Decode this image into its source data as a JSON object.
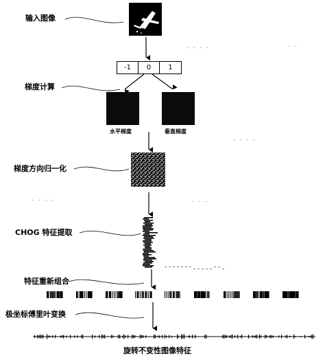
{
  "steps": {
    "input_image": "输入图像",
    "gradient_calc": "梯度计算",
    "orientation_norm": "梯度方向归一化",
    "chog_extract": "CHOG 特征提取",
    "feature_recombine": "特征重新组合",
    "polar_fourier": "极坐标傅里叶变换"
  },
  "gradient_outputs": {
    "horizontal": "水平梯度",
    "vertical": "垂直梯度"
  },
  "kernel": [
    "-1",
    "0",
    "1"
  ],
  "output_label": "旋转不变性图像特征"
}
